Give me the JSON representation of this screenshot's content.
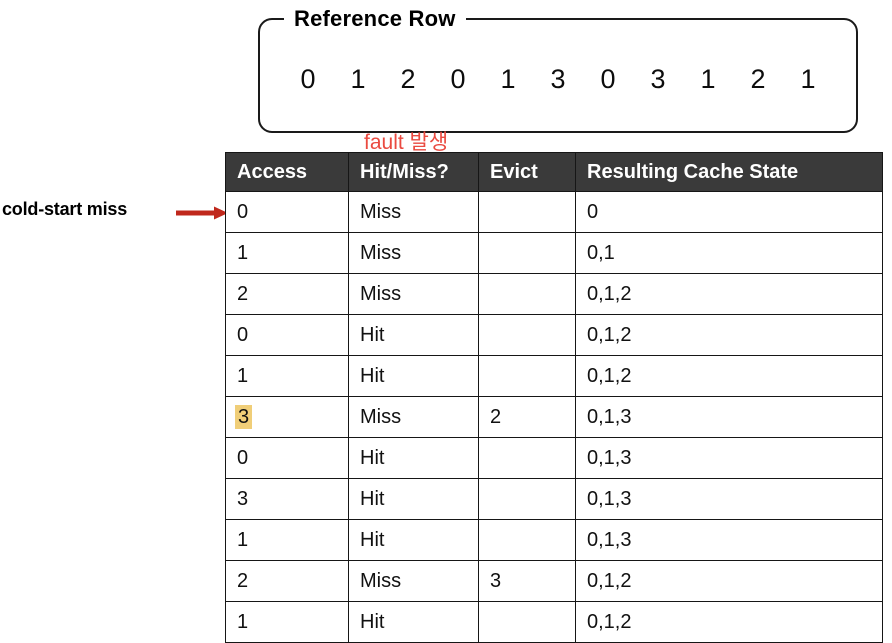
{
  "reference_row": {
    "legend": "Reference Row",
    "values": [
      "0",
      "1",
      "2",
      "0",
      "1",
      "3",
      "0",
      "3",
      "1",
      "2",
      "1"
    ]
  },
  "annotations": {
    "fault": {
      "text": "fault 발생",
      "color": "#ea4a40"
    },
    "cold_start": {
      "text": "cold-start miss",
      "arrow_color": "#c0281c"
    }
  },
  "table": {
    "header_bg": "#3a3a3a",
    "highlight_color": "#f0ce78",
    "columns": [
      "Access",
      "Hit/Miss?",
      "Evict",
      "Resulting Cache State"
    ],
    "rows": [
      {
        "access": "0",
        "result": "Miss",
        "evict": "",
        "state": "0",
        "highlight": false
      },
      {
        "access": "1",
        "result": "Miss",
        "evict": "",
        "state": "0,1",
        "highlight": false
      },
      {
        "access": "2",
        "result": "Miss",
        "evict": "",
        "state": "0,1,2",
        "highlight": false
      },
      {
        "access": "0",
        "result": "Hit",
        "evict": "",
        "state": "0,1,2",
        "highlight": false
      },
      {
        "access": "1",
        "result": "Hit",
        "evict": "",
        "state": "0,1,2",
        "highlight": false
      },
      {
        "access": "3",
        "result": "Miss",
        "evict": "2",
        "state": "0,1,3",
        "highlight": true
      },
      {
        "access": "0",
        "result": "Hit",
        "evict": "",
        "state": "0,1,3",
        "highlight": false
      },
      {
        "access": "3",
        "result": "Hit",
        "evict": "",
        "state": "0,1,3",
        "highlight": false
      },
      {
        "access": "1",
        "result": "Hit",
        "evict": "",
        "state": "0,1,3",
        "highlight": false
      },
      {
        "access": "2",
        "result": "Miss",
        "evict": "3",
        "state": "0,1,2",
        "highlight": false
      },
      {
        "access": "1",
        "result": "Hit",
        "evict": "",
        "state": "0,1,2",
        "highlight": false
      }
    ]
  }
}
